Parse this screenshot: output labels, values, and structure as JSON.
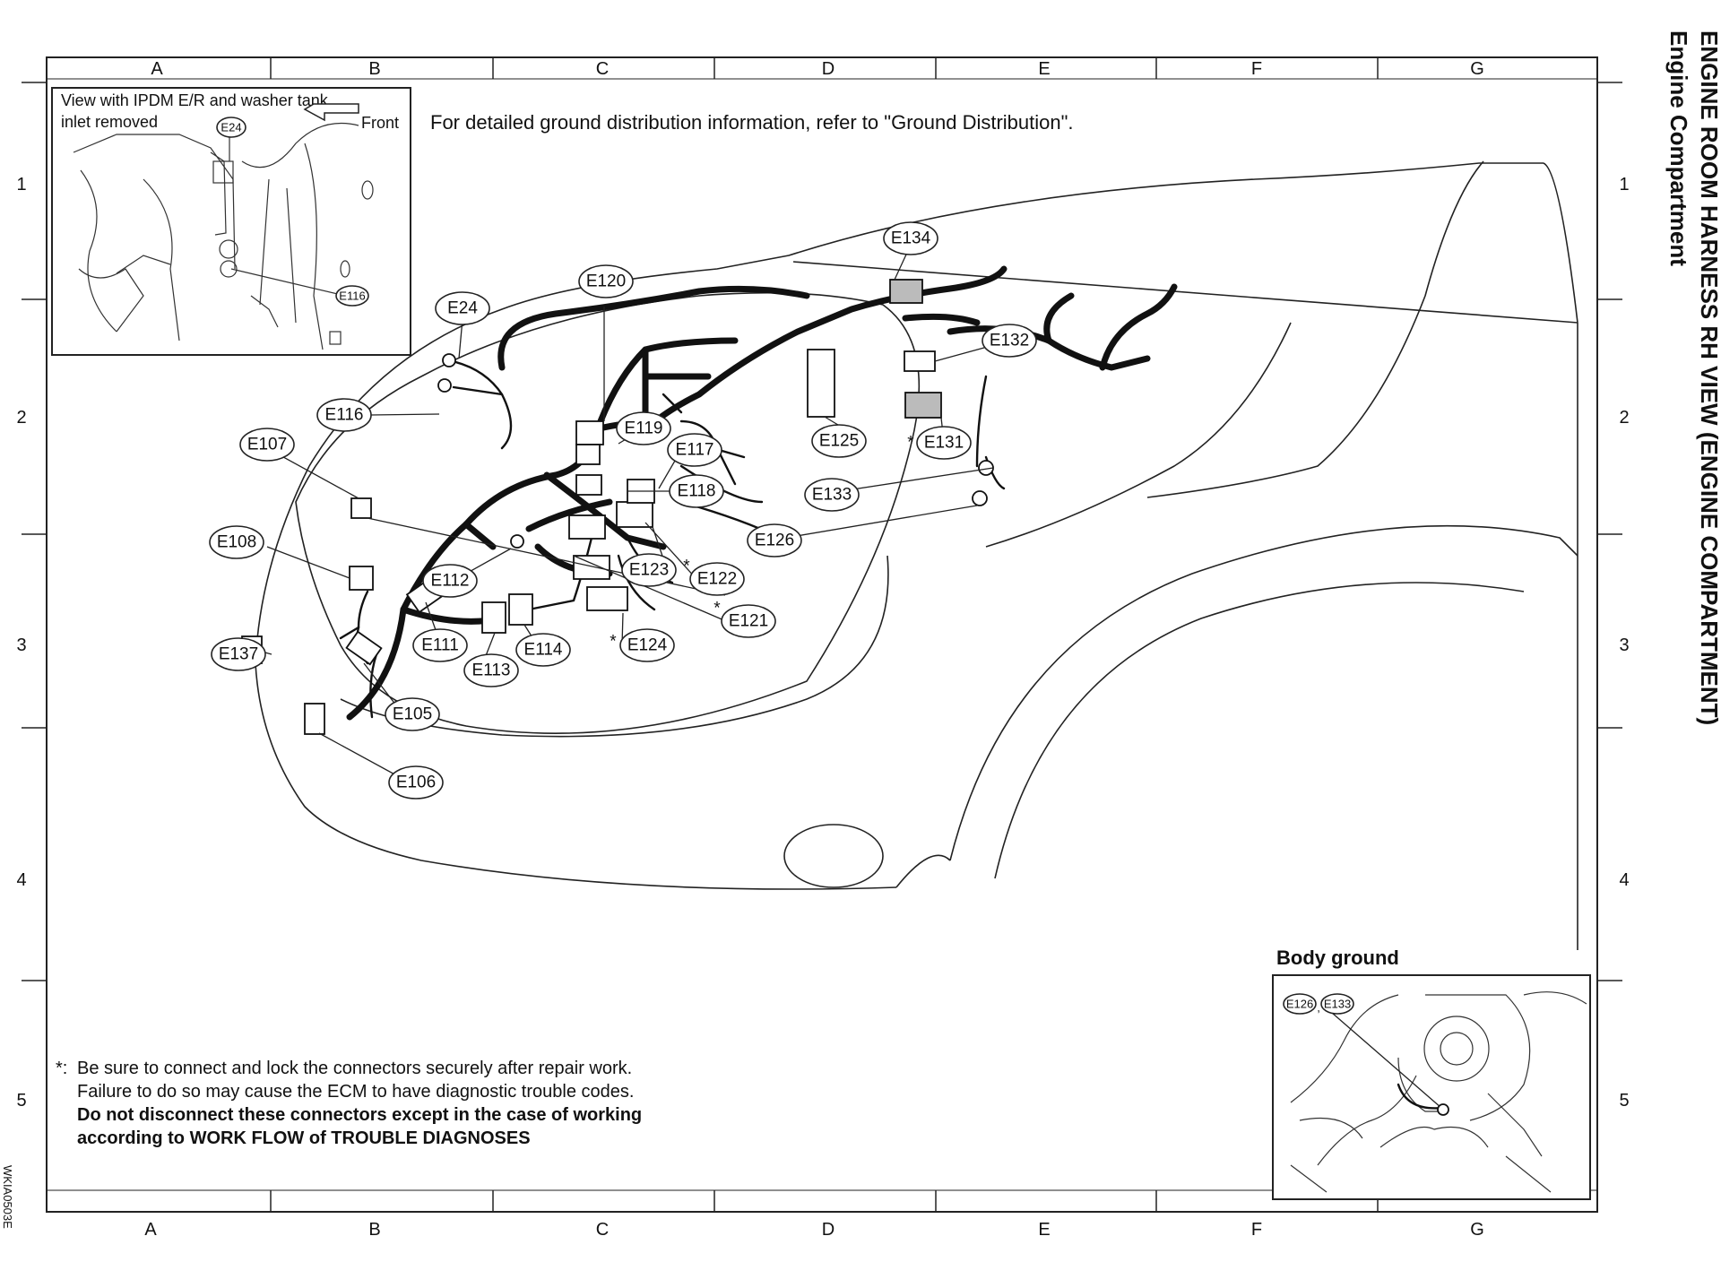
{
  "header": {
    "title": "ENGINE ROOM HARNESS RH VIEW (ENGINE COMPARTMENT)",
    "subtitle": "Engine Compartment"
  },
  "grid": {
    "columns": [
      "A",
      "B",
      "C",
      "D",
      "E",
      "F",
      "G"
    ],
    "rows": [
      "1",
      "2",
      "3",
      "4",
      "5"
    ]
  },
  "inset_top": {
    "caption_line1": "View with IPDM E/R and washer tank",
    "caption_line2": "inlet removed",
    "front_label": "Front",
    "labels": [
      "E24",
      "E116"
    ]
  },
  "ground_note": "For detailed ground distribution information, refer to \"Ground Distribution\".",
  "connectors": [
    "E24",
    "E116",
    "E107",
    "E108",
    "E137",
    "E105",
    "E106",
    "E111",
    "E112",
    "E113",
    "E114",
    "E120",
    "E119",
    "E117",
    "E118",
    "E123",
    "E122",
    "E121",
    "E124",
    "E125",
    "E126",
    "E133",
    "E134",
    "E132",
    "E131"
  ],
  "footnote": {
    "star": "*:",
    "line1": "Be sure to connect and lock the connectors securely after repair work.",
    "line2": "Failure to do so may cause the ECM to have diagnostic trouble codes.",
    "line3": "Do not disconnect these connectors except in the case of working",
    "line4": "according to WORK FLOW of TROUBLE DIAGNOSES"
  },
  "body_ground": {
    "title": "Body ground",
    "labels": [
      "E126",
      "E133"
    ]
  },
  "figure_id": "WKIA0503E"
}
